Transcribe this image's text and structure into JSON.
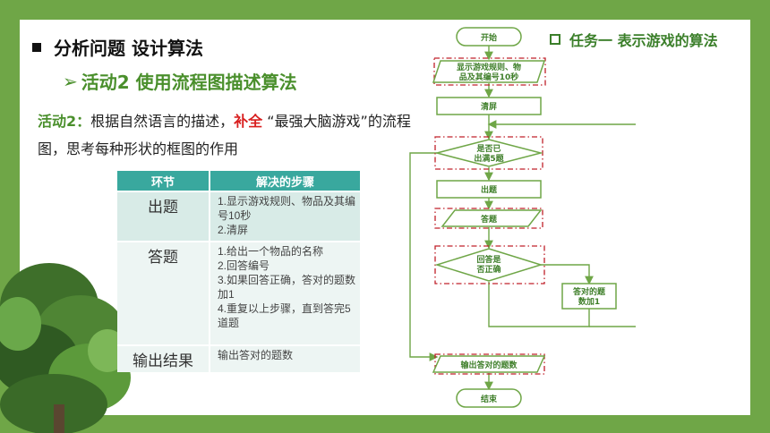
{
  "section": {
    "title": "分析问题 设计算法"
  },
  "activity": {
    "arrow": "➢",
    "heading": "活动2 使用流程图描述算法"
  },
  "description": {
    "label": "活动2：",
    "text_before": "根据自然语言的描述，",
    "highlight": "补全",
    "text_after": " “最强大脑游戏”的流程图，思考每种形状的框图的作用"
  },
  "task": {
    "title": "任务一 表示游戏的算法"
  },
  "table": {
    "headers": [
      "环节",
      "解决的步骤"
    ],
    "rows": [
      {
        "name": "出题",
        "steps": [
          "1.显示游戏规则、物品及其编号10秒",
          "2.清屏"
        ]
      },
      {
        "name": "答题",
        "steps": [
          "1.给出一个物品的名称",
          "2.回答编号",
          "3.如果回答正确，答对的题数加1",
          "4.重复以上步骤，直到答完5道题"
        ]
      },
      {
        "name": "输出结果",
        "steps": [
          "输出答对的题数"
        ]
      }
    ]
  },
  "flowchart": {
    "start": "开始",
    "show_rules_line1": "显示游戏规则、物",
    "show_rules_line2": "品及其编号10秒",
    "clear": "清屏",
    "cond1_line1": "是否已",
    "cond1_line2": "出满5题",
    "ask": "出题",
    "answer": "答题",
    "cond2_line1": "回答是",
    "cond2_line2": "否正确",
    "inc_line1": "答对的题",
    "inc_line2": "数加1",
    "output": "输出答对的题数",
    "end": "结束"
  },
  "colors": {
    "frame": "#6fa647",
    "accent_green": "#4a8f2c",
    "highlight_red": "#d81e1e",
    "table_header": "#39a89e",
    "flow_stroke": "#6fa647",
    "dash_red": "#c0202a"
  }
}
